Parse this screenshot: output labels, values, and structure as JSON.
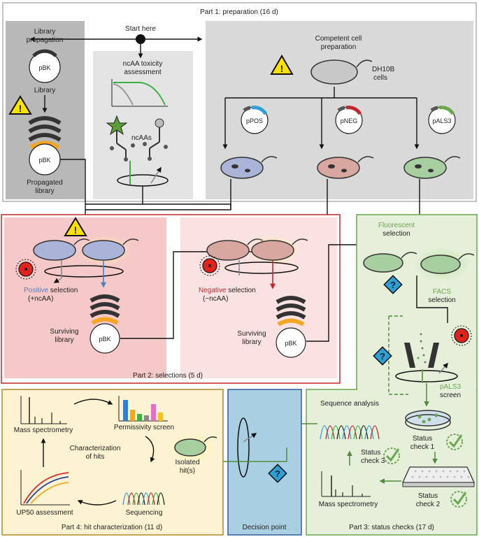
{
  "colors": {
    "part1_bg": "#dcdcdc",
    "library_panel": "#b8b8b8",
    "positive": "#4a7fc1",
    "negative": "#c0282d",
    "fluorescent": "#6aa84f",
    "part4_bg": "#fdf3d2",
    "decision_bg": "#a9cfe3",
    "part3_bg": "#e6efd9"
  },
  "part1": {
    "title": "Part 1: preparation (16 d)",
    "start": "Start here",
    "library_propagation": [
      "Library",
      "propagation"
    ],
    "pbk": "pBK",
    "library": "Library",
    "propagated_library": [
      "Propagated",
      "library"
    ],
    "toxicity": [
      "ncAA toxicity",
      "assessment"
    ],
    "ncaas": "ncAAs",
    "competent": [
      "Competent cell",
      "preparation"
    ],
    "dh10b": [
      "DH10B",
      "cells"
    ],
    "ppos": "pPOS",
    "pneg": "pNEG",
    "pals3": "pALS3"
  },
  "part2": {
    "title": "Part 2: selections (5 d)",
    "positive_word": "Positive",
    "positive_rest": " selection",
    "plus_ncaa": "(+ncAA)",
    "negative_word": "Negative",
    "negative_rest": " selection",
    "minus_ncaa": "(−ncAA)",
    "surviving": [
      "Surviving",
      "library"
    ],
    "pbk": "pBK"
  },
  "part3": {
    "title": "Part 3: status checks (17 d)",
    "fluorescent_word": "Fluorescent",
    "selection": "selection",
    "facs_word": "FACS",
    "pals3_word": "pALS3",
    "screen": "screen",
    "sequence_analysis": "Sequence analysis",
    "status_check_1": [
      "Status",
      "check 1"
    ],
    "status_check_2": [
      "Status",
      "check 2"
    ],
    "status_check_3": [
      "Status",
      "check 3"
    ],
    "mass_spec": "Mass spectrometry"
  },
  "part4": {
    "title": "Part 4: hit characterization (11 d)",
    "mass_spec": "Mass spectrometry",
    "permissivity": "Permissivity screen",
    "characterization": [
      "Characterization",
      "of hits"
    ],
    "isolated": [
      "Isolated",
      "hit(s)"
    ],
    "up50": "UP50 assessment",
    "sequencing": "Sequencing"
  },
  "decision": {
    "title": "Decision point"
  }
}
